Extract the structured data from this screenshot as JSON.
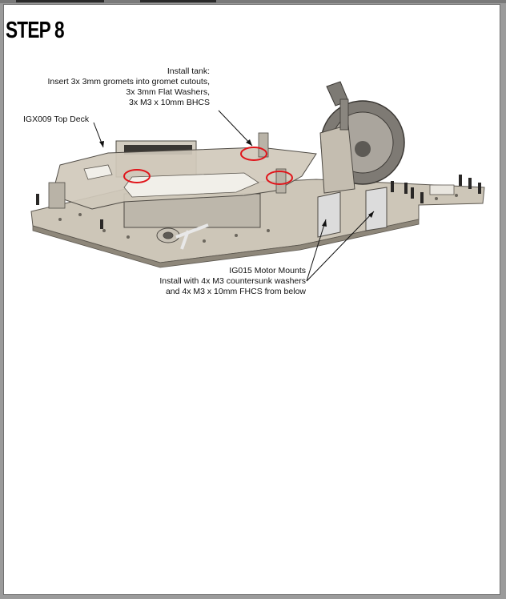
{
  "step": {
    "title": "STEP 8"
  },
  "callouts": {
    "tank": {
      "lines": [
        "Install tank:",
        "Insert 3x 3mm gromets into gromet cutouts,",
        "3x 3mm Flat Washers,",
        "3x M3 x 10mm BHCS"
      ]
    },
    "top_deck": {
      "label": "IGX009 Top Deck"
    },
    "motor_mounts": {
      "lines": [
        "IG015 Motor Mounts",
        "Install with 4x M3 countersunk washers",
        "and 4x M3 x 10mm FHCS from below"
      ]
    }
  },
  "colors": {
    "chassis": "#c9c2b4",
    "chassis_dark": "#8f887b",
    "servo": "#b8b2a6",
    "highlight": "#e0141a",
    "mount": "#dcdcdc"
  }
}
